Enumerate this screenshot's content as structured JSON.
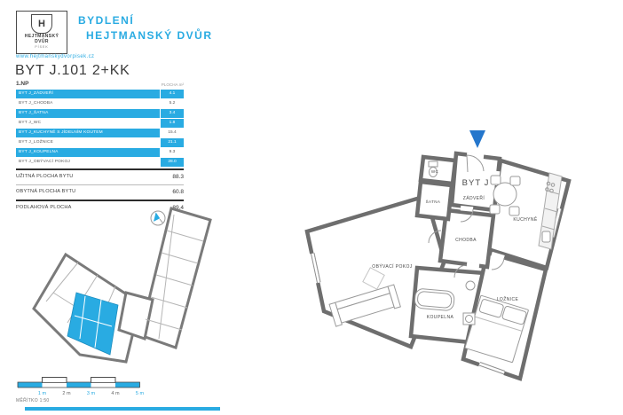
{
  "colors": {
    "accent": "#29ABE2",
    "entrance_marker": "#2476CC",
    "wall": "#6E6E6E",
    "text_dark": "#3C3C3C"
  },
  "header": {
    "logo": {
      "letter": "H",
      "name_top": "HEJTMANSKÝ",
      "name_bottom": "DVŮR",
      "city": "PÍSEK"
    },
    "brand_line1": "BYDLENÍ",
    "brand_line2": "HEJTMANSKÝ DVŮR",
    "website": "www.hejtmanskydvorpisek.cz"
  },
  "unit": {
    "title": "BYT J.101 2+KK",
    "floor": "1.NP",
    "area_column_header": "PLOCHA m²"
  },
  "rooms": [
    {
      "label": "BYT J_ZÁDVEŘÍ",
      "area": "4.1",
      "label_highlight": true,
      "value_highlight": true
    },
    {
      "label": "BYT J_CHODBA",
      "area": "5.2",
      "label_highlight": false,
      "value_highlight": false
    },
    {
      "label": "BYT J_ŠATNA",
      "area": "3.4",
      "label_highlight": true,
      "value_highlight": true
    },
    {
      "label": "BYT J_WC",
      "area": "1.8",
      "label_highlight": false,
      "value_highlight": true
    },
    {
      "label": "BYT J_KUCHYNĚ S JÍDELNÍM KOUTEM",
      "area": "15.4",
      "label_highlight": true,
      "value_highlight": false
    },
    {
      "label": "BYT J_LOŽNICE",
      "area": "21.1",
      "label_highlight": false,
      "value_highlight": true
    },
    {
      "label": "BYT J_KOUPELNA",
      "area": "9.3",
      "label_highlight": true,
      "value_highlight": false
    },
    {
      "label": "BYT J_OBÝVACÍ POKOJ",
      "area": "28.0",
      "label_highlight": false,
      "value_highlight": true
    }
  ],
  "summary": {
    "rows": [
      {
        "label": "UŽITNÁ PLOCHA BYTU",
        "value": "88.3"
      },
      {
        "label": "OBYTNÁ PLOCHA BYTU",
        "value": "60.8"
      },
      {
        "label": "PODLAHOVÁ PLOCHA",
        "value": "89.4"
      }
    ]
  },
  "floor_plan": {
    "unit_label": "BYT J",
    "room_labels": {
      "zadveri": "ZÁDVEŘÍ",
      "satna": "ŠATNA",
      "wc": "WC",
      "chodba": "CHODBA",
      "kuchyne": "KUCHYNĚ",
      "obyvaci_pokoj": "OBÝVACÍ POKOJ",
      "koupelna": "KOUPELNA",
      "loznice": "LOŽNICE"
    }
  },
  "scale_bar": {
    "labels": [
      "1 m",
      "2 m",
      "3 m",
      "4 m",
      "5 m"
    ],
    "caption": "MĚŘÍTKO 1:50"
  }
}
